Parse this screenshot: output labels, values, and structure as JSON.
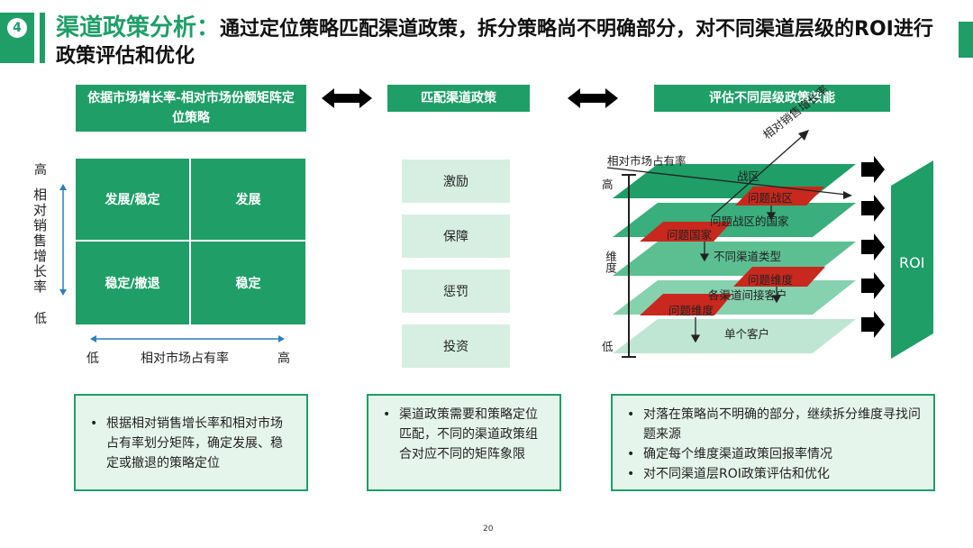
{
  "header": {
    "number": "4",
    "title_highlight": "渠道政策分析：",
    "title_rest": "通过定位策略匹配渠道政策，拆分策略尚不明确部分，对不同渠道层级的ROI进行政策评估和优化"
  },
  "columns": {
    "left_header": "依据市场增长率-相对市场份额矩阵定位策略",
    "middle_header": "匹配渠道政策",
    "right_header": "评估不同层级政策效能"
  },
  "matrix": {
    "cells": [
      "发展/稳定",
      "发展",
      "稳定/撤退",
      "稳定"
    ],
    "y_axis_label": "相对销售增长率",
    "y_high": "高",
    "y_low": "低",
    "x_axis_label": "相对市场占有率",
    "x_low": "低",
    "x_high": "高"
  },
  "policies": [
    "激励",
    "保障",
    "惩罚",
    "投资"
  ],
  "layers": {
    "axis_top_label": "相对市场占有率",
    "axis_diag_label": "相对销售增长率",
    "vertical_label": "维度",
    "high": "高",
    "low": "低",
    "labels": [
      "战区",
      "问题战区",
      "问题战区的国家",
      "问题国家",
      "不同渠道类型",
      "问题维度",
      "各渠道间接客户",
      "问题维度",
      "单个客户"
    ],
    "roi": "ROI"
  },
  "bottom": {
    "left": [
      "根据相对销售增长率和相对市场占有率划分矩阵，确定发展、稳定或撤退的策略定位"
    ],
    "middle": [
      "渠道政策需要和策略定位匹配，不同的渠道政策组合对应不同的矩阵象限"
    ],
    "right": [
      "对落在策略尚不明确的部分，继续拆分维度寻找问题来源",
      "确定每个维度渠道政策回报率情况",
      "对不同渠道层ROI政策评估和优化"
    ]
  },
  "page_number": "20",
  "colors": {
    "green": "#1f9e68",
    "light_green": "#d6efe2",
    "red": "#c8281e"
  }
}
